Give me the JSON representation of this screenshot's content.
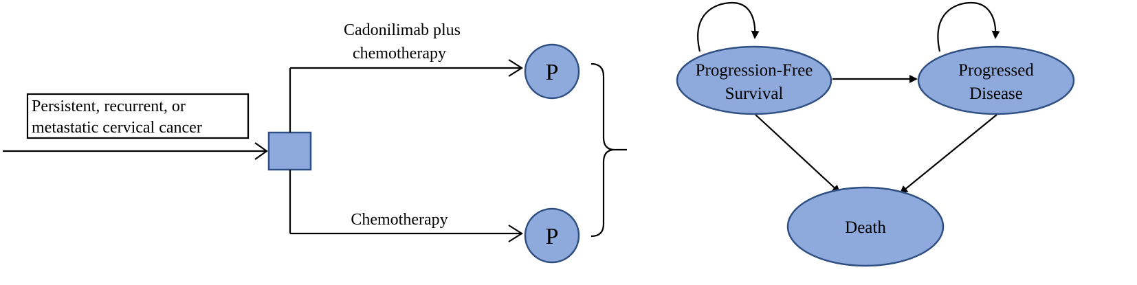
{
  "decision_tree": {
    "entry_label_line1": "Persistent, recurrent, or",
    "entry_label_line2": "metastatic cervical cancer",
    "arm_top_label_line1": "Cadonilimab plus",
    "arm_top_label_line2": "chemotherapy",
    "arm_bottom_label": "Chemotherapy",
    "markov_node_top": "P",
    "markov_node_bottom": "P"
  },
  "markov_model": {
    "states": {
      "pfs_line1": "Progression-Free",
      "pfs_line2": "Survival",
      "pd_line1": "Progressed",
      "pd_line2": "Disease",
      "death": "Death"
    }
  },
  "colors": {
    "node_fill": "#8eaadc",
    "node_stroke": "#2f4f82",
    "line": "#000000"
  }
}
